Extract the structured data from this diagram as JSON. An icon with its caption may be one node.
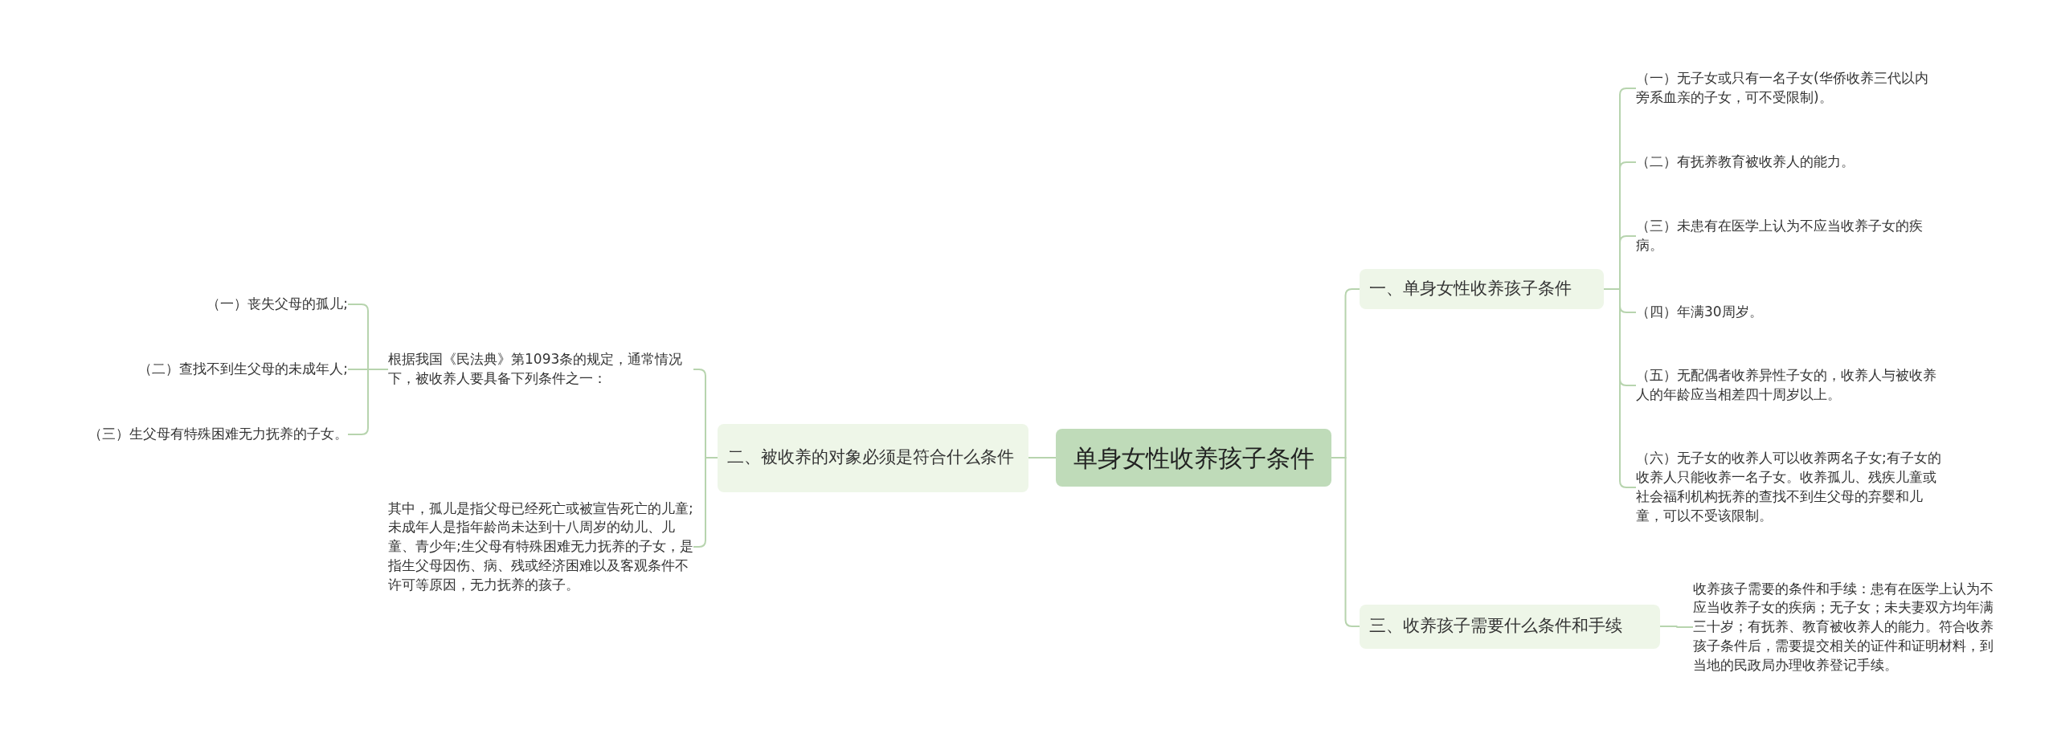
{
  "diagram": {
    "nodes": [
      {
        "text": [
          "单身女性收养孩子条件"
        ]
      },
      {
        "text": [
          "一、单身女性收养孩子条件"
        ]
      },
      {
        "text": [
          "（一）无子女或只有一名子女(华侨收养三代以内旁系血亲的子女，可不受限制)。"
        ]
      },
      {
        "text": [
          "（二）有抚养教育被收养人的能力。"
        ]
      },
      {
        "text": [
          "（三）未患有在医学上认为不应当收养子女的疾病。"
        ]
      },
      {
        "text": [
          "（四）年满30周岁。"
        ]
      },
      {
        "text": [
          "（五）无配偶者收养异性子女的，收养人与被收养人的年龄应当相差四十周岁以上。"
        ]
      },
      {
        "text": [
          "（六）无子女的收养人可以收养两名子女;有子女的收养人只能收养一名子女。收养孤儿、残疾儿童或社会福利机构抚养的查找不到生父母的弃婴和儿童，可以不受该限制。"
        ]
      },
      {
        "text": [
          "二、被收养的对象必须是符合什么条件"
        ]
      },
      {
        "text": [
          "根据我国《民法典》第1093条的规定，通常情况下，被收养人要具备下列条件之一："
        ]
      },
      {
        "text": [
          "（一）丧失父母的孤儿;"
        ]
      },
      {
        "text": [
          "（二）查找不到生父母的未成年人;"
        ]
      },
      {
        "text": [
          "（三）生父母有特殊困难无力抚养的子女。"
        ]
      },
      {
        "text": [
          "其中，孤儿是指父母已经死亡或被宣告死亡的儿童;未成年人是指年龄尚未达到十八周岁的幼儿、儿童、青少年;生父母有特殊困难无力抚养的子女，是指生父母因伤、病、残或经济困难以及客观条件不许可等原因，无力抚养的孩子。"
        ]
      },
      {
        "text": [
          "三、收养孩子需要什么条件和手续"
        ]
      },
      {
        "text": [
          "收养孩子需要的条件和手续：患有在医学上认为不应当收养子女的疾病；无子女；未夫妻双方均年满三十岁；有抚养、教育被收养人的能力。符合收养孩子条件后，需要提交相关的证件和证明材料，到当地的民政局办理收养登记手续。"
        ]
      }
    ],
    "edges": [
      {
        "from": 0,
        "to": 1,
        "arrow": "none"
      },
      {
        "from": 1,
        "to": 2,
        "arrow": "none"
      },
      {
        "from": 1,
        "to": 3,
        "arrow": "none"
      },
      {
        "from": 1,
        "to": 4,
        "arrow": "none"
      },
      {
        "from": 1,
        "to": 5,
        "arrow": "none"
      },
      {
        "from": 1,
        "to": 6,
        "arrow": "none"
      },
      {
        "from": 1,
        "to": 7,
        "arrow": "none"
      },
      {
        "from": 0,
        "to": 8,
        "arrow": "none"
      },
      {
        "from": 8,
        "to": 9,
        "arrow": "none"
      },
      {
        "from": 9,
        "to": 10,
        "arrow": "none"
      },
      {
        "from": 9,
        "to": 11,
        "arrow": "none"
      },
      {
        "from": 9,
        "to": 12,
        "arrow": "none"
      },
      {
        "from": 8,
        "to": 13,
        "arrow": "none"
      },
      {
        "from": 0,
        "to": 14,
        "arrow": "none"
      },
      {
        "from": 14,
        "to": 15,
        "arrow": "none"
      }
    ]
  }
}
